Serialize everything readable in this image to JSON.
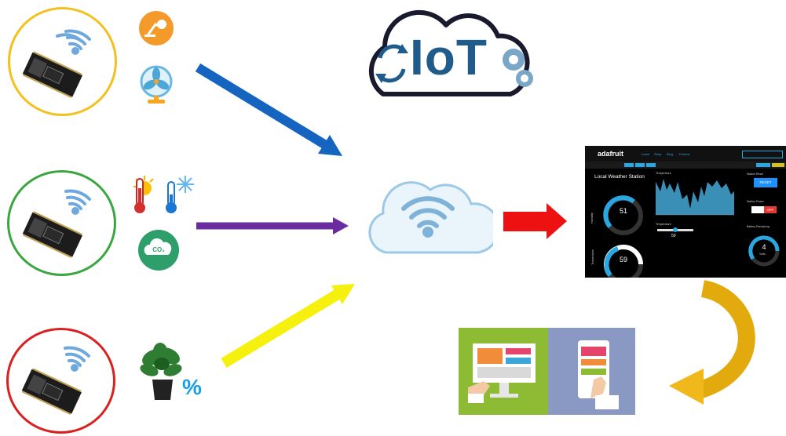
{
  "logo": {
    "text": "IoT"
  },
  "dashboard": {
    "brand": "adafruit",
    "nav": [
      "Learn",
      "Shop",
      "Blog",
      "Forums"
    ],
    "station_title": "Local Weather Station",
    "humidity_value": "51",
    "humidity_label": "Humidity",
    "temperature_value": "59",
    "temperature_label": "Temperature",
    "chart_title": "Temperature",
    "slider_label": "Temperature",
    "slider_value": "59",
    "station_reset_label": "Station Reset",
    "reset_button": "RESET",
    "station_power_label": "Station Power",
    "toggle_off": "OFF",
    "battery_label": "Battery Remaining",
    "battery_value": "4",
    "battery_unit": "Volts"
  },
  "percent_symbol": "%",
  "co2_label": "CO₂",
  "colors": {
    "node1": "#f4c01e",
    "node2": "#3aa63f",
    "node3": "#d92020",
    "arrow_blue": "#1565c0",
    "arrow_purple": "#6a2ca0",
    "arrow_yellow": "#f5f00e",
    "arrow_red": "#ee1111",
    "arrow_gold": "#e3aa0e",
    "iot_blue": "#1f5c8c"
  }
}
